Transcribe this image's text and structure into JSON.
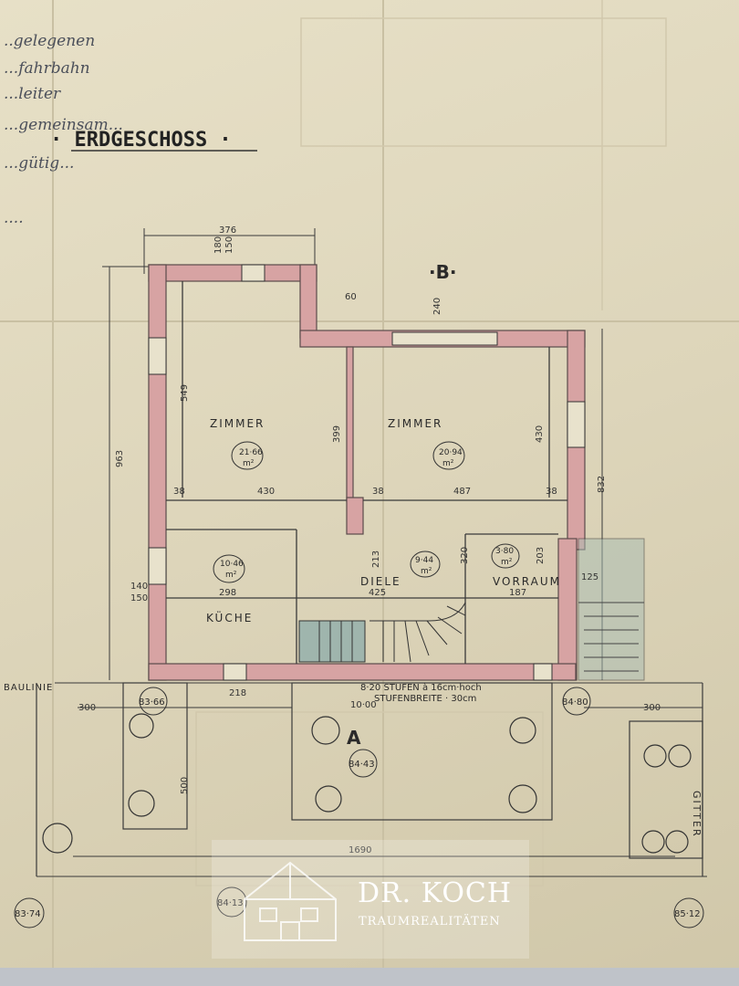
{
  "title": "· ERDGESCHOSS ·",
  "handwritten_note": [
    "..gelegenen",
    "...fahrbahn",
    "...leiter",
    "...gemeinsam...",
    "...gütig...",
    "...."
  ],
  "marker_b": "·B·",
  "marker_a": "A",
  "rooms": [
    {
      "name": "ZIMMER",
      "area": "21·66",
      "unit": "m²"
    },
    {
      "name": "ZIMMER",
      "area": "20·94",
      "unit": "m²"
    },
    {
      "name": "KÜCHE",
      "area": "10·46",
      "unit": "m²"
    },
    {
      "name": "DIELE",
      "area": "9·44",
      "unit": "m²"
    },
    {
      "name": "VORRAUM",
      "area": "3·80",
      "unit": "m²"
    }
  ],
  "dimensions": {
    "top_width": "376",
    "top_small_a": "180",
    "top_small_b": "150",
    "left_height": "549",
    "left_total": "963",
    "center_height": "399",
    "right_height": "430",
    "right_total": "832",
    "wall_38": "38",
    "d_430": "430",
    "d_487": "487",
    "d_298": "298",
    "d_425": "425",
    "d_187": "187",
    "d_150": "150",
    "d_60": "60",
    "d_240": "240",
    "d_320": "320",
    "d_203": "203",
    "d_213": "213",
    "d_140": "140",
    "d_125": "125",
    "d_218": "218",
    "d_1000": "10·00",
    "d_300a": "300",
    "d_300b": "300",
    "d_500": "500",
    "d_1690": "1690"
  },
  "stairs_note_1": "8·20 STUFEN à 16cm·hoch",
  "stairs_note_2": "STUFENBREITE · 30cm",
  "elevations": [
    "83·66",
    "84·80",
    "84·43",
    "83·74",
    "84·13",
    "85·12"
  ],
  "labels": {
    "baulinie": "BAULINIE",
    "gitter": "GITTER"
  },
  "logo": {
    "name": "DR. KOCH",
    "subtitle": "TRAUMREALITÄTEN"
  },
  "colors": {
    "wall_fill": "#d7a3a3",
    "wall_stroke": "#5a4a4a",
    "paper": "#e2dbc1",
    "stair_fill": "#9fb5ad"
  }
}
